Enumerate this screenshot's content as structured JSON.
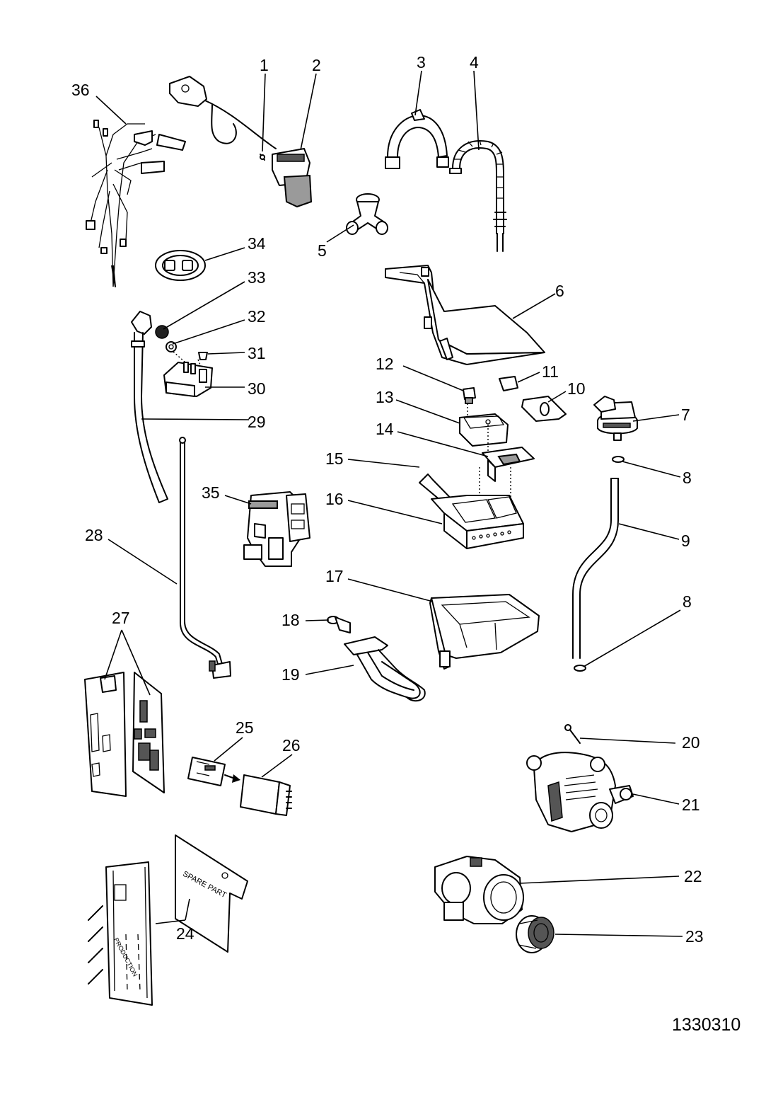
{
  "drawing_number": "1330310",
  "labels": {
    "p1": "1",
    "p2": "2",
    "p3": "3",
    "p4": "4",
    "p5": "5",
    "p6": "6",
    "p7": "7",
    "p8a": "8",
    "p8b": "8",
    "p9": "9",
    "p10": "10",
    "p11": "11",
    "p12": "12",
    "p13": "13",
    "p14": "14",
    "p15": "15",
    "p16": "16",
    "p17": "17",
    "p18": "18",
    "p19": "19",
    "p20": "20",
    "p21": "21",
    "p22": "22",
    "p23": "23",
    "p24": "24",
    "p25": "25",
    "p26": "26",
    "p27": "27",
    "p28": "28",
    "p29": "29",
    "p30": "30",
    "p31": "31",
    "p32": "32",
    "p33": "33",
    "p34": "34",
    "p35": "35",
    "p36": "36"
  },
  "part_texts": {
    "spare_part": "SPARE PART",
    "production": "PRODUCTION"
  }
}
